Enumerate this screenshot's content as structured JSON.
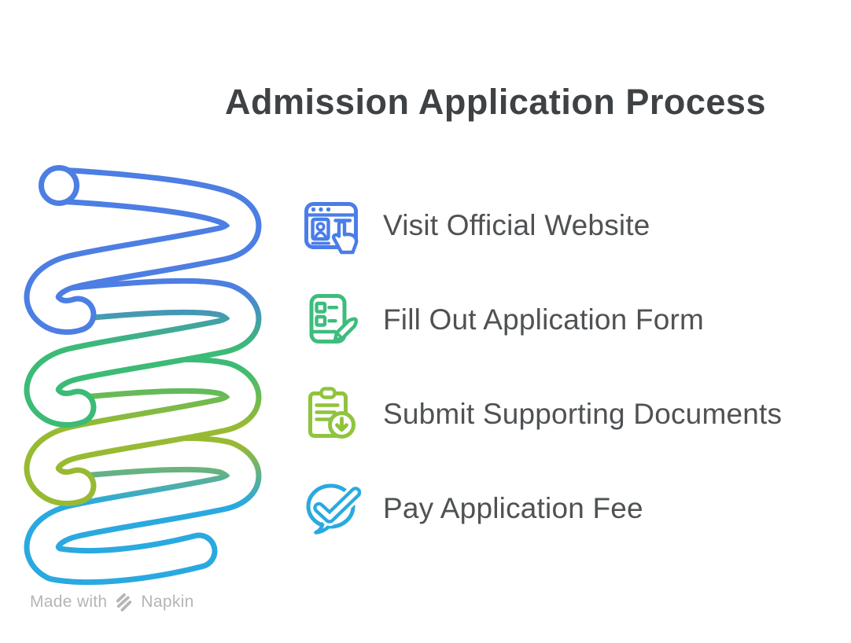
{
  "title": "Admission Application Process",
  "steps": [
    {
      "label": "Visit Official Website",
      "icon": "browser-visit-icon",
      "color": "#4a7de8"
    },
    {
      "label": "Fill Out Application Form",
      "icon": "form-pencil-icon",
      "color": "#3dbd7d"
    },
    {
      "label": "Submit Supporting Documents",
      "icon": "clipboard-download-icon",
      "color": "#8fc43d"
    },
    {
      "label": "Pay Application Fee",
      "icon": "chat-check-icon",
      "color": "#2aa9e0"
    }
  ],
  "spiral": {
    "shape": "descending coil spring, open tube end at top-left and bottom-right",
    "segment_colors": [
      "#4c7ee3",
      "#3bbb76",
      "#98ba33",
      "#2aa9e0"
    ]
  },
  "watermark": {
    "prefix": "Made with",
    "brand": "Napkin"
  },
  "text_colors": {
    "title": "#3f4245",
    "step": "#4f5254",
    "watermark": "#b5b5b5"
  }
}
